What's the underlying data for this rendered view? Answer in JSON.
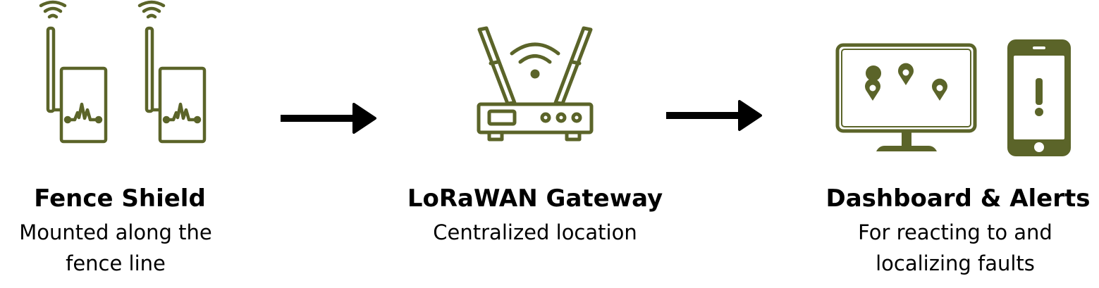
{
  "colors": {
    "icon": "#5b6429",
    "arrow": "#000000",
    "text": "#000000"
  },
  "steps": [
    {
      "title": "Fence Shield",
      "description_line1": "Mounted along the",
      "description_line2": "fence line",
      "icon": "fence-shield-sensor-icon"
    },
    {
      "title": "LoRaWAN Gateway",
      "description_line1": "Centralized location",
      "description_line2": "",
      "icon": "wifi-router-icon"
    },
    {
      "title": "Dashboard & Alerts",
      "description_line1": "For reacting to and",
      "description_line2": "localizing faults",
      "icon": "monitor-and-phone-icon"
    }
  ],
  "connectors": [
    "right-arrow-icon",
    "right-arrow-icon"
  ]
}
